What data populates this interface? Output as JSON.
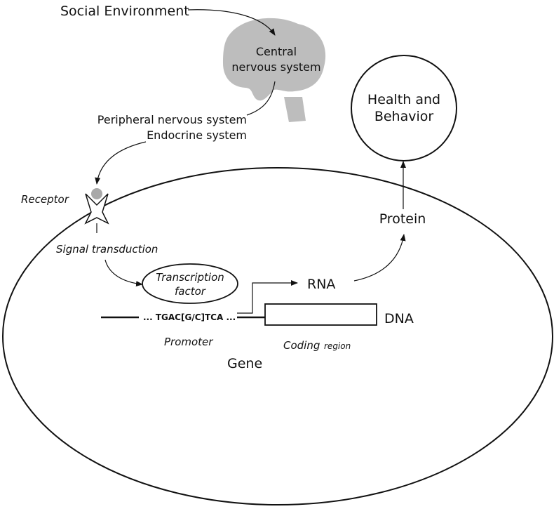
{
  "diagram": {
    "social_environment": "Social Environment",
    "cns_line1": "Central",
    "cns_line2": "nervous system",
    "peripheral": "Peripheral nervous system",
    "endocrine": "Endocrine system",
    "health_line1": "Health and",
    "health_line2": "Behavior",
    "receptor": "Receptor",
    "signal_transduction": "Signal transduction",
    "tf_line1": "Transcription",
    "tf_line2": "factor",
    "sequence": "... TGAC[G/C]TCA ...",
    "rna": "RNA",
    "protein": "Protein",
    "dna": "DNA",
    "promoter": "Promoter",
    "coding": "Coding",
    "region": "region",
    "gene": "Gene"
  },
  "colors": {
    "brain_fill": "#bdbdbd",
    "receptor_ligand": "#a8a8a8",
    "stroke": "#111111"
  }
}
